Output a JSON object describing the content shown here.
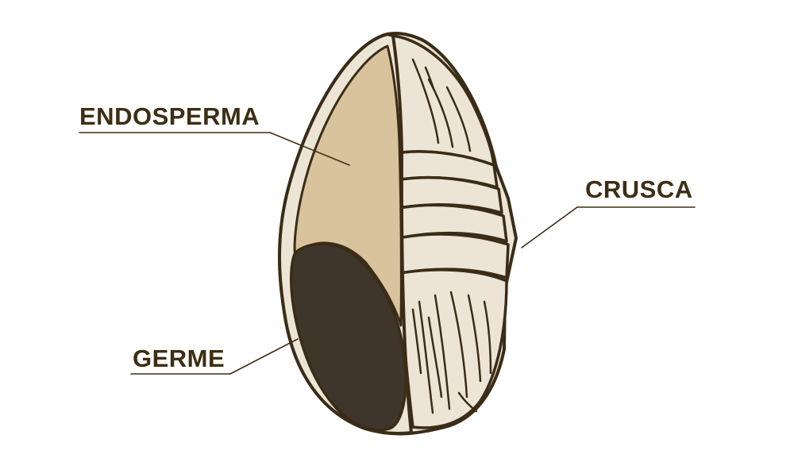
{
  "colors": {
    "outline": "#3a2c17",
    "text": "#3d2e14",
    "bran": "#ece5d5",
    "endosperm": "#d8c39d",
    "germ": "#3e362a",
    "background": "#ffffff"
  },
  "labels": {
    "endosperma": "ENDOSPERMA",
    "crusca": "CRUSCA",
    "germe": "GERME"
  }
}
